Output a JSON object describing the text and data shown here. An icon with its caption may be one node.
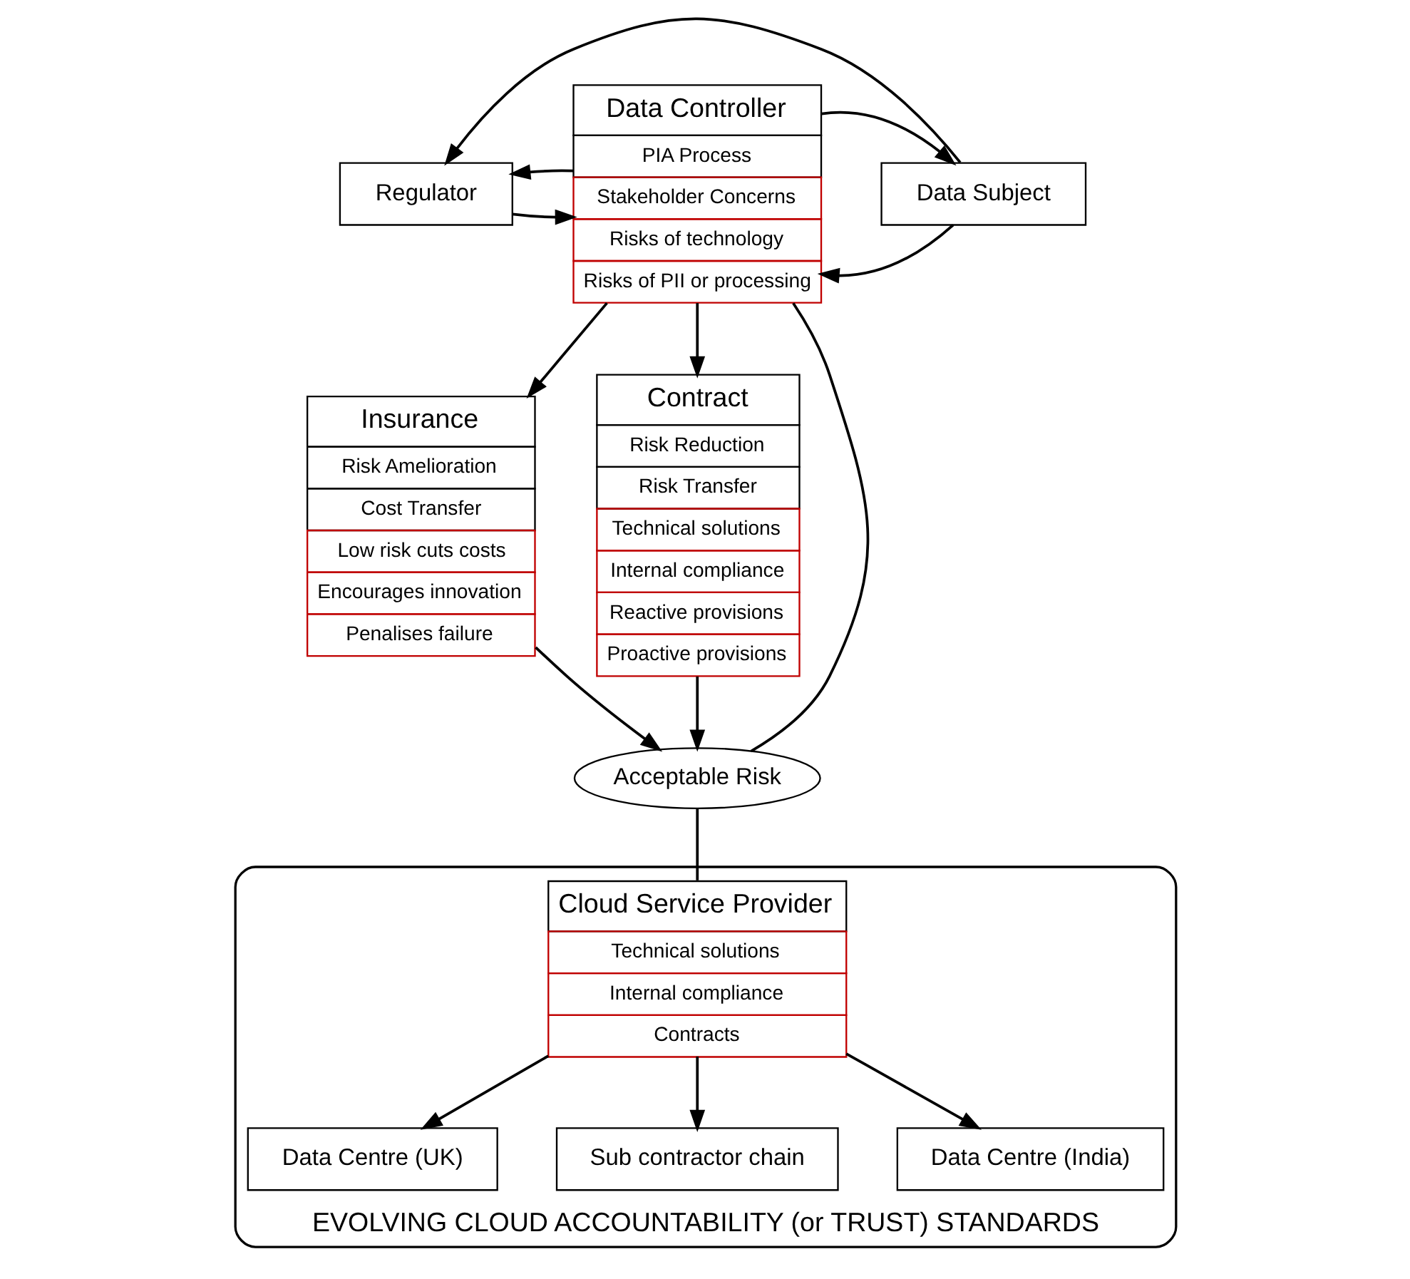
{
  "diagram": {
    "nodes": [
      {
        "text": [
          "Regulator"
        ]
      },
      {
        "text": [
          "Data Controller",
          "PIA Process",
          "Stakeholder Concerns",
          "Risks of technology",
          "Risks of PII or processing"
        ]
      },
      {
        "text": [
          "Data Subject"
        ]
      },
      {
        "text": [
          "Insurance",
          "Risk Amelioration",
          "Cost Transfer",
          "Low risk cuts costs",
          "Encourages innovation",
          "Penalises failure"
        ]
      },
      {
        "text": [
          "Contract",
          "Risk Reduction",
          "Risk Transfer",
          "Technical solutions",
          "Internal compliance",
          "Reactive provisions",
          "Proactive provisions"
        ]
      },
      {
        "text": [
          "Acceptable Risk"
        ]
      },
      {
        "text": [
          "EVOLVING CLOUD ACCOUNTABILITY (or TRUST) STANDARDS"
        ]
      },
      {
        "text": [
          "Cloud Service Provider",
          "Technical solutions",
          "Internal compliance",
          "Contracts"
        ],
        "in": 6
      },
      {
        "text": [
          "Data Centre (UK)"
        ],
        "in": 6
      },
      {
        "text": [
          "Sub contractor chain"
        ],
        "in": 6
      },
      {
        "text": [
          "Data Centre (India)"
        ],
        "in": 6
      }
    ],
    "edges": [
      {
        "from": 2,
        "to": 0,
        "arrow": "to"
      },
      {
        "from": 0,
        "to": 1,
        "arrow": "to"
      },
      {
        "from": 2,
        "to": 1,
        "arrow": "to"
      },
      {
        "from": 1,
        "to": 0,
        "arrow": "to"
      },
      {
        "from": 1,
        "to": 2,
        "arrow": "to"
      },
      {
        "from": 1,
        "to": 3,
        "arrow": "to"
      },
      {
        "from": 1,
        "to": 4,
        "arrow": "to"
      },
      {
        "from": 3,
        "to": 5,
        "arrow": "to"
      },
      {
        "from": 1,
        "to": 5,
        "arrow": "none"
      },
      {
        "from": 4,
        "to": 5,
        "arrow": "to"
      },
      {
        "from": 5,
        "to": 7,
        "arrow": "none"
      },
      {
        "from": 7,
        "to": 8,
        "arrow": "to"
      },
      {
        "from": 7,
        "to": 9,
        "arrow": "to"
      },
      {
        "from": 7,
        "to": 10,
        "arrow": "to"
      }
    ]
  }
}
